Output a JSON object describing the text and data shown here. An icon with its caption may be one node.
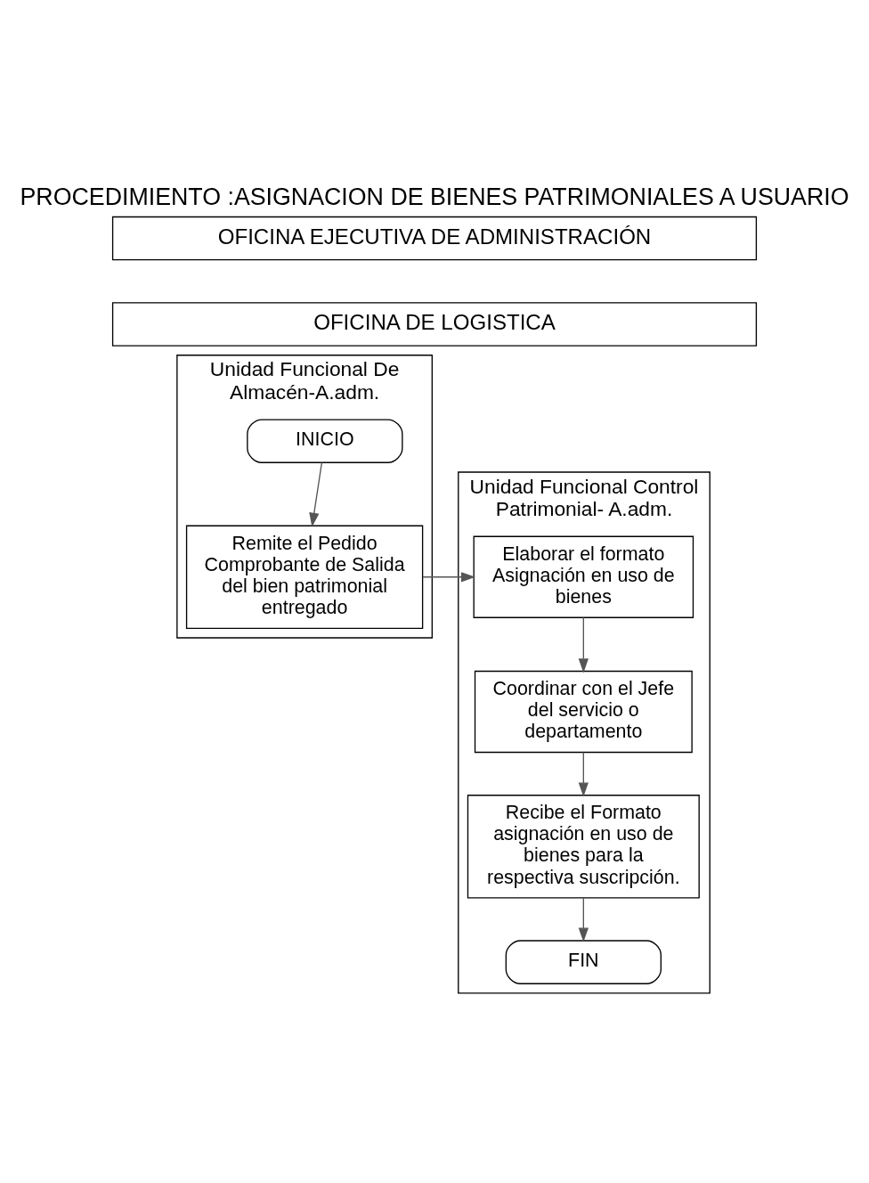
{
  "diagram": {
    "title": "PROCEDIMIENTO :ASIGNACION DE BIENES PATRIMONIALES A USUARIO",
    "nodes": [
      {
        "text": [
          "OFICINA EJECUTIVA DE ADMINISTRACIÓN"
        ]
      },
      {
        "text": [
          "OFICINA DE LOGISTICA"
        ]
      },
      {
        "text": [
          "Unidad Funcional De Almacén-A.adm."
        ]
      },
      {
        "text": [
          "Unidad Funcional Control Patrimonial- A.adm."
        ]
      },
      {
        "text": [
          "INICIO"
        ],
        "in": 2
      },
      {
        "text": [
          "Remite el Pedido Comprobante de Salida del bien patrimonial entregado"
        ],
        "in": 2
      },
      {
        "text": [
          "Elaborar el formato Asignación en uso de bienes"
        ],
        "in": 3
      },
      {
        "text": [
          "Coordinar con el Jefe del servicio o departamento"
        ],
        "in": 3
      },
      {
        "text": [
          "Recibe el Formato asignación en uso de bienes para la respectiva suscripción."
        ],
        "in": 3
      },
      {
        "text": [
          "FIN"
        ],
        "in": 3
      }
    ],
    "edges": [
      {
        "from": 4,
        "to": 5,
        "arrow": "to"
      },
      {
        "from": 5,
        "to": 6,
        "arrow": "to"
      },
      {
        "from": 6,
        "to": 7,
        "arrow": "to"
      },
      {
        "from": 7,
        "to": 8,
        "arrow": "to"
      },
      {
        "from": 8,
        "to": 9,
        "arrow": "to"
      }
    ]
  }
}
